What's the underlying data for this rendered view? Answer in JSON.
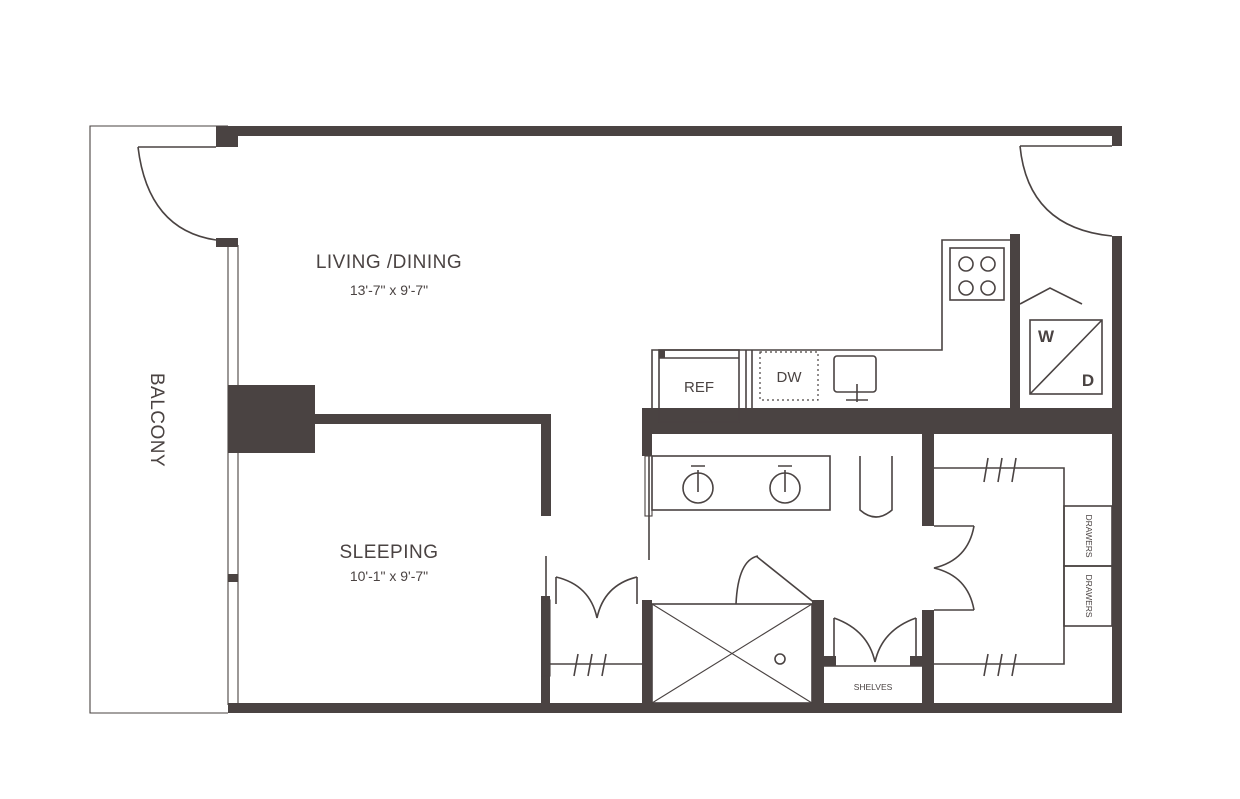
{
  "rooms": {
    "living": {
      "name": "LIVING /DINING",
      "dims": "13'-7\" x 9'-7\""
    },
    "sleeping": {
      "name": "SLEEPING",
      "dims": "10'-1\" x 9'-7\""
    },
    "balcony": {
      "name": "BALCONY"
    }
  },
  "fixtures": {
    "refrigerator": "REF",
    "dishwasher": "DW",
    "washer": "W",
    "dryer": "D",
    "drawers_top": "DRAWERS",
    "drawers_bottom": "DRAWERS",
    "shelves": "SHELVES"
  },
  "colors": {
    "wall": "#4a4342",
    "background": "#ffffff"
  }
}
